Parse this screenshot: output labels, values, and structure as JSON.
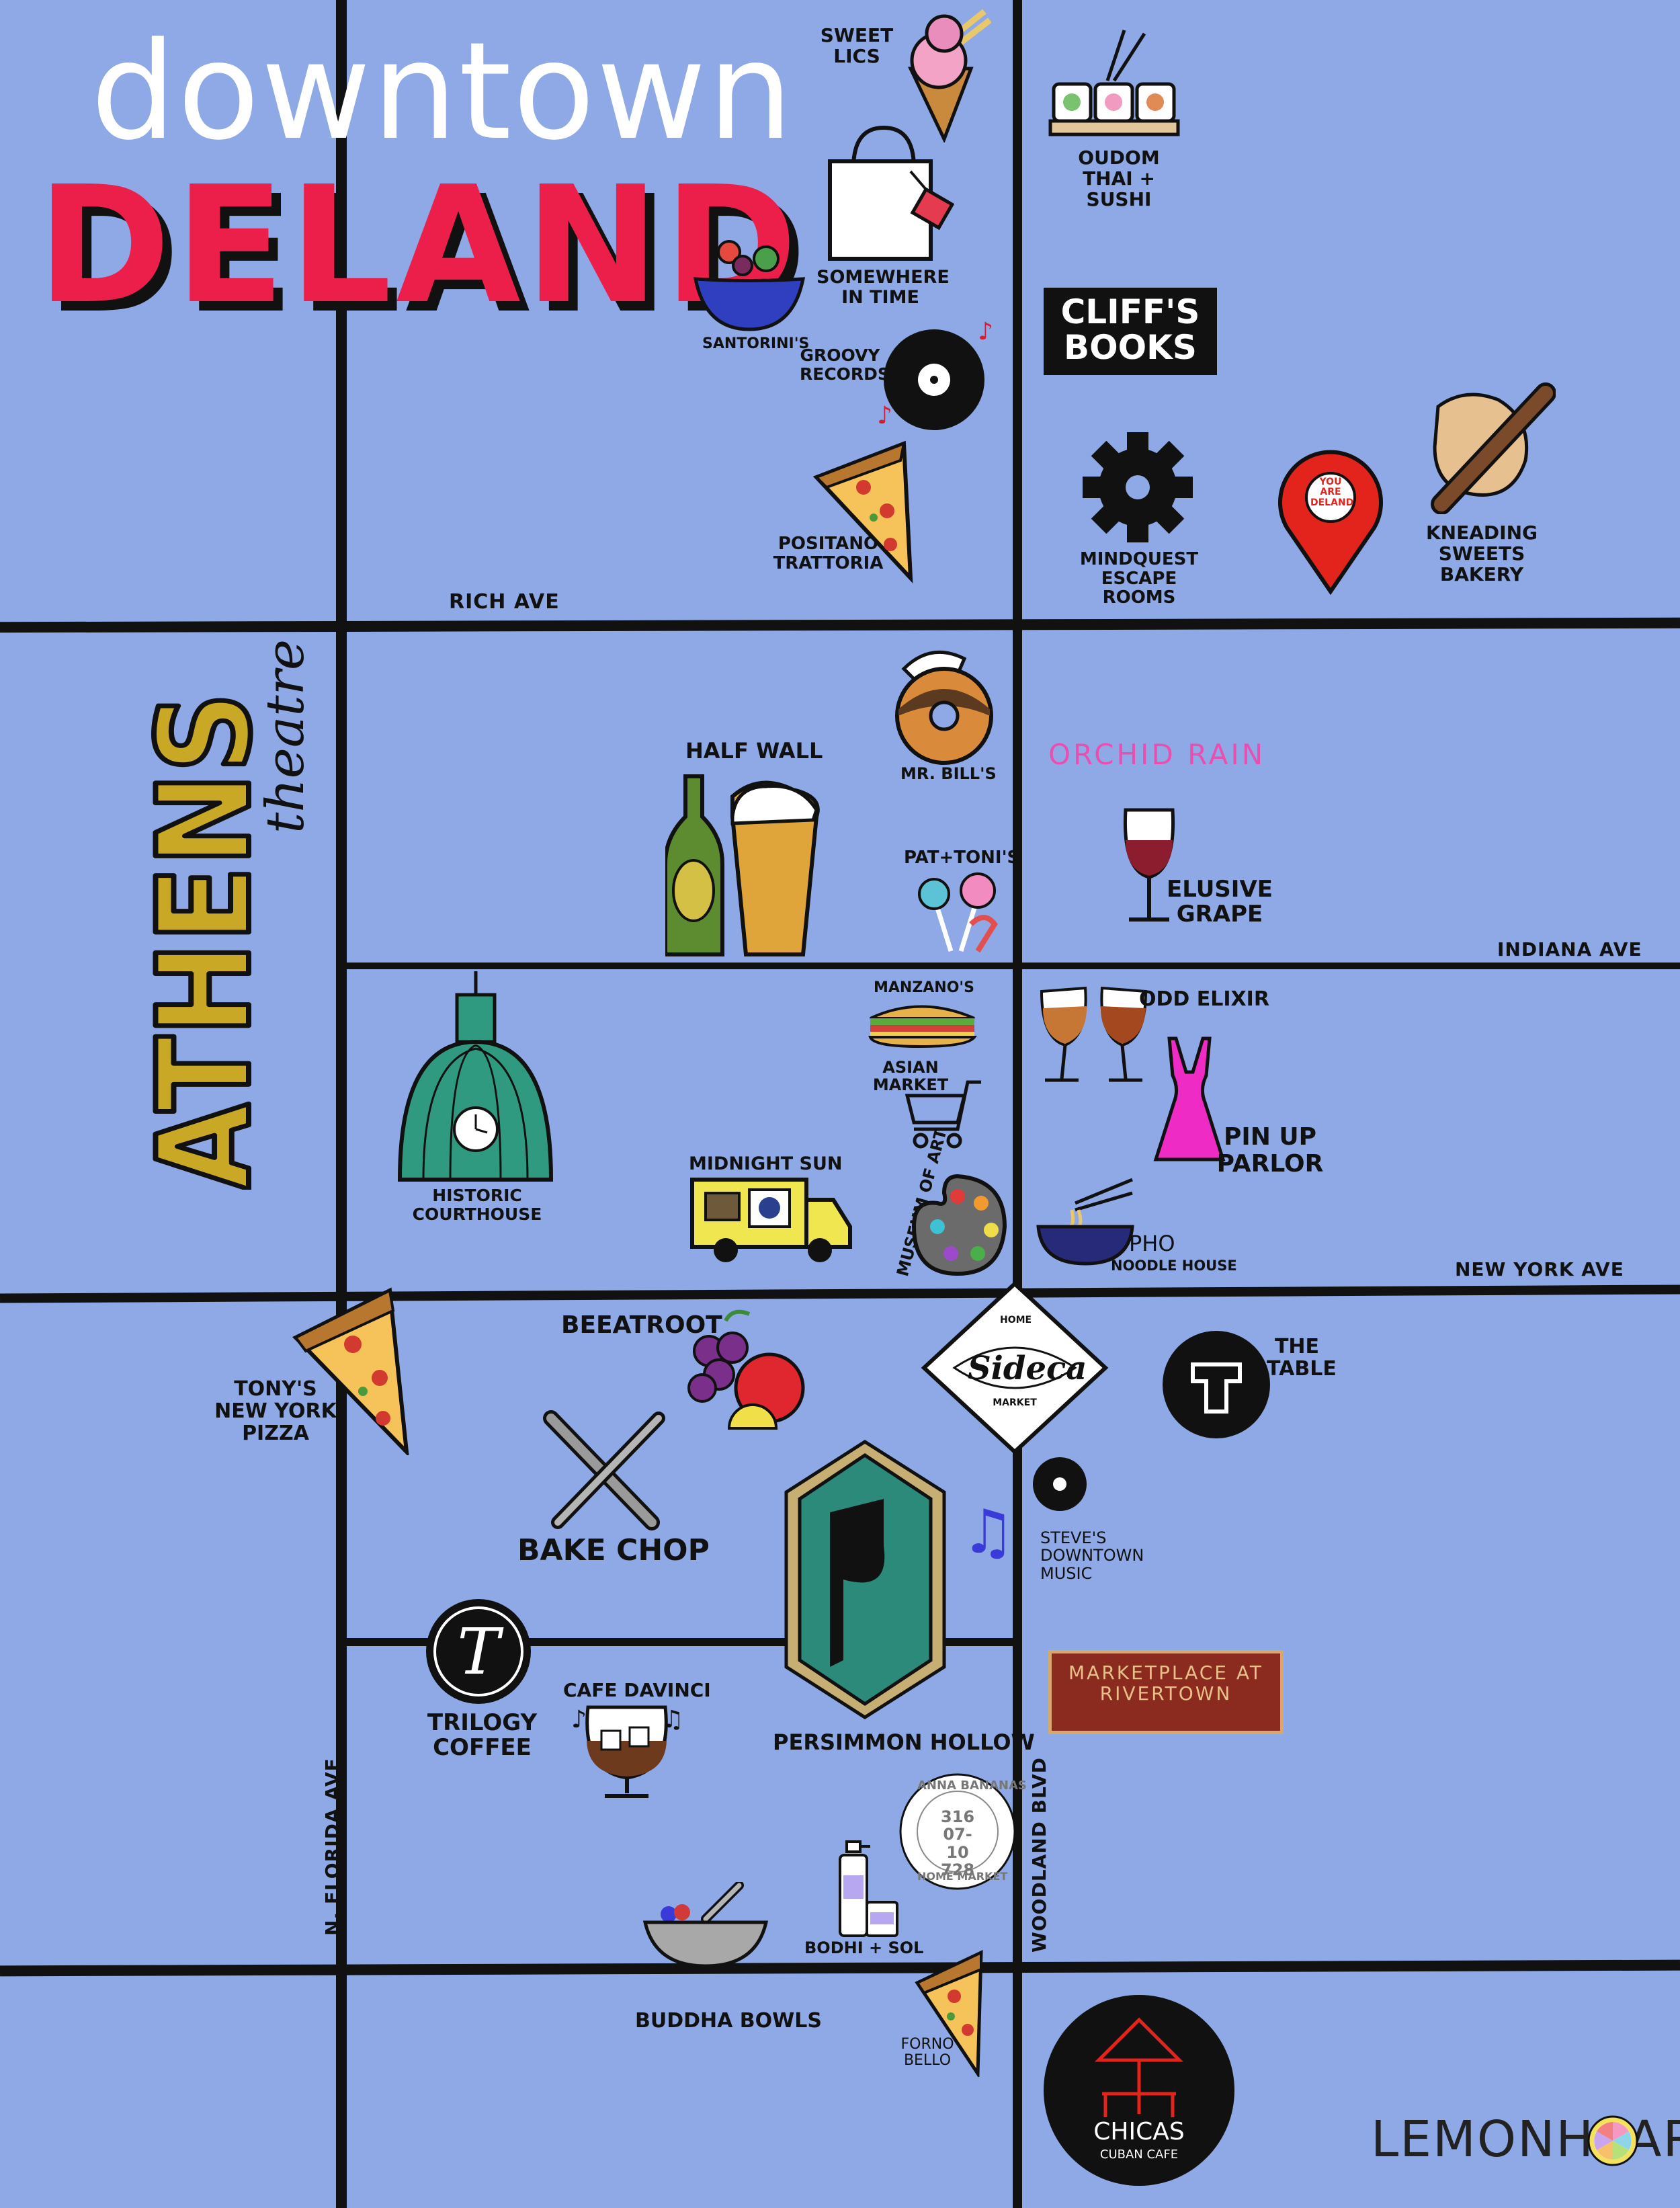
{
  "title": {
    "top": "downtown",
    "main": "DELAND"
  },
  "athens": {
    "name": "ATHENS",
    "subtitle": "theatre"
  },
  "streets": {
    "rich": "RICH AVE",
    "indiana": "INDIANA AVE",
    "new_york": "NEW YORK AVE",
    "florida": "N. FLORIDA AVE",
    "woodland": "WOODLAND BLVD"
  },
  "places": {
    "sweet_lics": "SWEET LICS",
    "oudom": "OUDOM THAI + SUSHI",
    "somewhere": "SOMEWHERE IN TIME",
    "santorinis": "SANTORINI'S",
    "groovy": "GROOVY RECORDS",
    "cliffs": "CLIFF'S BOOKS",
    "positano": "POSITANO TRATTORIA",
    "mindquest": "MINDQUEST ESCAPE ROOMS",
    "you_are": "YOU ARE DELAND",
    "kneading": "KNEADING SWEETS BAKERY",
    "half_wall": "HALF WALL",
    "mr_bills": "MR. BILL'S",
    "orchid": "ORCHID RAIN",
    "elusive": "ELUSIVE GRAPE",
    "pat_tonis": "PAT+TONI'S",
    "manzanos": "MANZANO'S",
    "asian": "ASIAN MARKET",
    "odd_elixir": "ODD ELIXIR",
    "pin_up": "PIN UP PARLOR",
    "courthouse": "HISTORIC COURTHOUSE",
    "midnight": "MIDNIGHT SUN",
    "museum": "MUSEUM OF ART",
    "pho": "PHO",
    "noodle": "NOODLE HOUSE",
    "beeatroot": "BEEATROOT",
    "tonys": "TONY'S NEW YORK PIZZA",
    "sideca": "Sideca",
    "sideca_top": "HOME",
    "sideca_bottom": "MARKET",
    "the_table": "THE TABLE",
    "bake_chop": "BAKE CHOP",
    "steves": "STEVE'S DOWNTOWN MUSIC",
    "marketplace": "MARKETPLACE AT RIVERTOWN",
    "trilogy": "TRILOGY COFFEE",
    "cafe_davinci": "CAFE DAVINCI",
    "persimmon": "PERSIMMON HOLLOW",
    "anna": "ANNA BANANAS",
    "anna_home": "HOME MARKET",
    "anna_num": "316 07-10 728",
    "bodhi": "BODHI + SOL",
    "buddha": "BUDDHA BOWLS",
    "forno": "FORNO BELLO",
    "chicas": "CHICAS",
    "chicas_sub": "CUBAN CAFE"
  },
  "signature": "LEMONHEARTED",
  "colors": {
    "background": "#8fa9e6",
    "title_red": "#ec1f4a",
    "road": "#111111",
    "green": "#2f9a7f",
    "marketplace_red": "#8b2a1e"
  }
}
